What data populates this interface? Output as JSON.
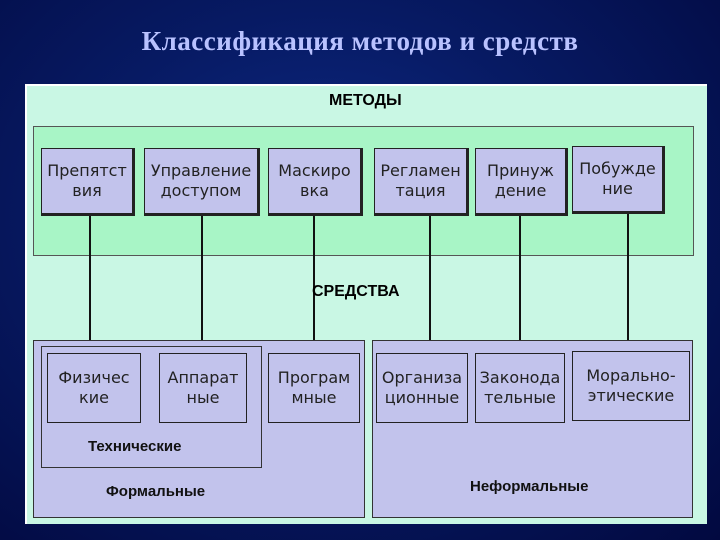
{
  "title": "Классификация методов и средств",
  "methods_heading": "МЕТОДЫ",
  "means_heading": "СРЕДСТВА",
  "methods": [
    "Препятст\nвия",
    "Управление\nдоступом",
    "Маскиро\nвка",
    "Регламен\nтация",
    "Принуж\nдение",
    "Побужде\nние"
  ],
  "means": [
    "Физичес\nкие",
    "Аппарат\nные",
    "Програм\nмные",
    "Организа\nционные",
    "Законода\nтельные",
    "Морально-\nэтические"
  ],
  "groups": {
    "technical": "Технические",
    "formal": "Формальные",
    "informal": "Неформальные"
  }
}
